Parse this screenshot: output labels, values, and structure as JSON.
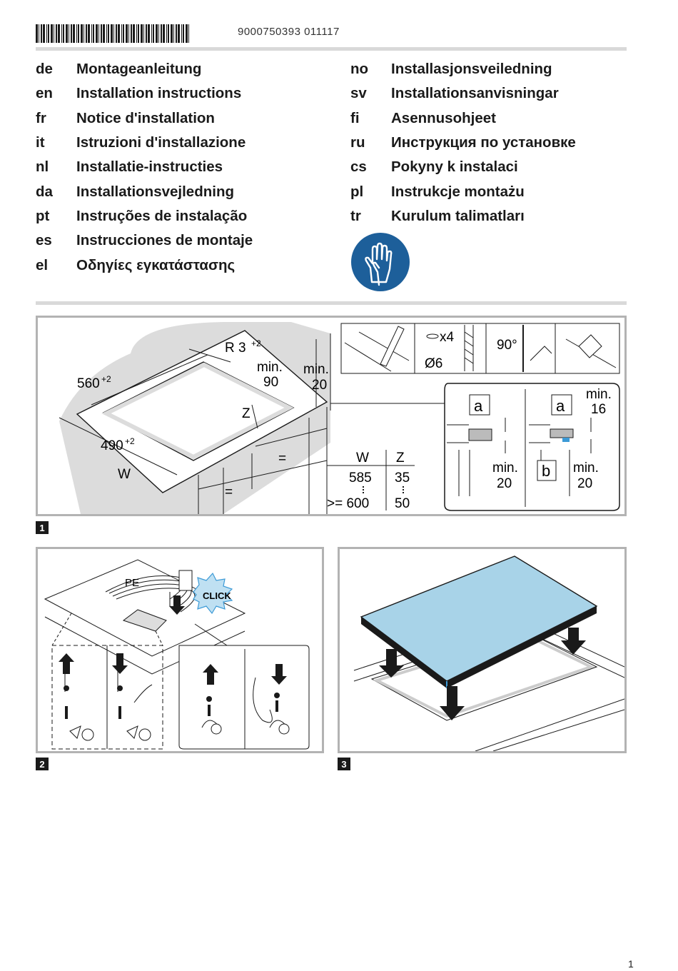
{
  "header": {
    "doc_number": "9000750393 011117"
  },
  "languages_left": [
    {
      "code": "de",
      "title": "Montageanleitung"
    },
    {
      "code": "en",
      "title": "Installation instructions"
    },
    {
      "code": "fr",
      "title": "Notice d'installation"
    },
    {
      "code": "it",
      "title": "Istruzioni d'installazione"
    },
    {
      "code": "nl",
      "title": "Installatie-instructies"
    },
    {
      "code": "da",
      "title": "Installationsvejledning"
    },
    {
      "code": "pt",
      "title": "Instruções de instalação"
    },
    {
      "code": "es",
      "title": "Instrucciones de montaje"
    },
    {
      "code": "el",
      "title": "Οδηγίες εγκατάστασης"
    }
  ],
  "languages_right": [
    {
      "code": "no",
      "title": "Installasjonsveiledning"
    },
    {
      "code": "sv",
      "title": "Installationsanvisningar"
    },
    {
      "code": "fi",
      "title": "Asennusohjeet"
    },
    {
      "code": "ru",
      "title": "Инструкция по установке"
    },
    {
      "code": "cs",
      "title": "Pokyny k instalaci"
    },
    {
      "code": "pl",
      "title": "Instrukcje montażu"
    },
    {
      "code": "tr",
      "title": "Kurulum talimatları"
    }
  ],
  "figure1": {
    "number": "1",
    "dim_560": "560",
    "dim_560_tol": "+2",
    "dim_490": "490",
    "dim_490_tol": "+2",
    "radius": "R 3",
    "radius_tol": "+2",
    "min_label": "min.",
    "min_90": "90",
    "min_20": "20",
    "label_z": "Z",
    "label_w": "W",
    "equal_sign": "=",
    "table": {
      "col_w": "W",
      "col_z": "Z",
      "rows": [
        {
          "w": "585",
          "z": "35"
        },
        {
          "w": ">= 600",
          "z": "50"
        }
      ]
    },
    "tools": {
      "count": "x4",
      "drill": "Ø6",
      "angle": "90°"
    },
    "detail": {
      "label_a": "a",
      "label_b": "b",
      "min_16": "16"
    }
  },
  "figure2": {
    "number": "2",
    "pe_label": "PE",
    "click_label": "CLICK"
  },
  "figure3": {
    "number": "3"
  },
  "footer": {
    "page_number": "1"
  },
  "colors": {
    "hob_glass": "#a8d3e8",
    "glove_sign": "#1d5f9a",
    "detail_blue": "#3c9ad6"
  }
}
